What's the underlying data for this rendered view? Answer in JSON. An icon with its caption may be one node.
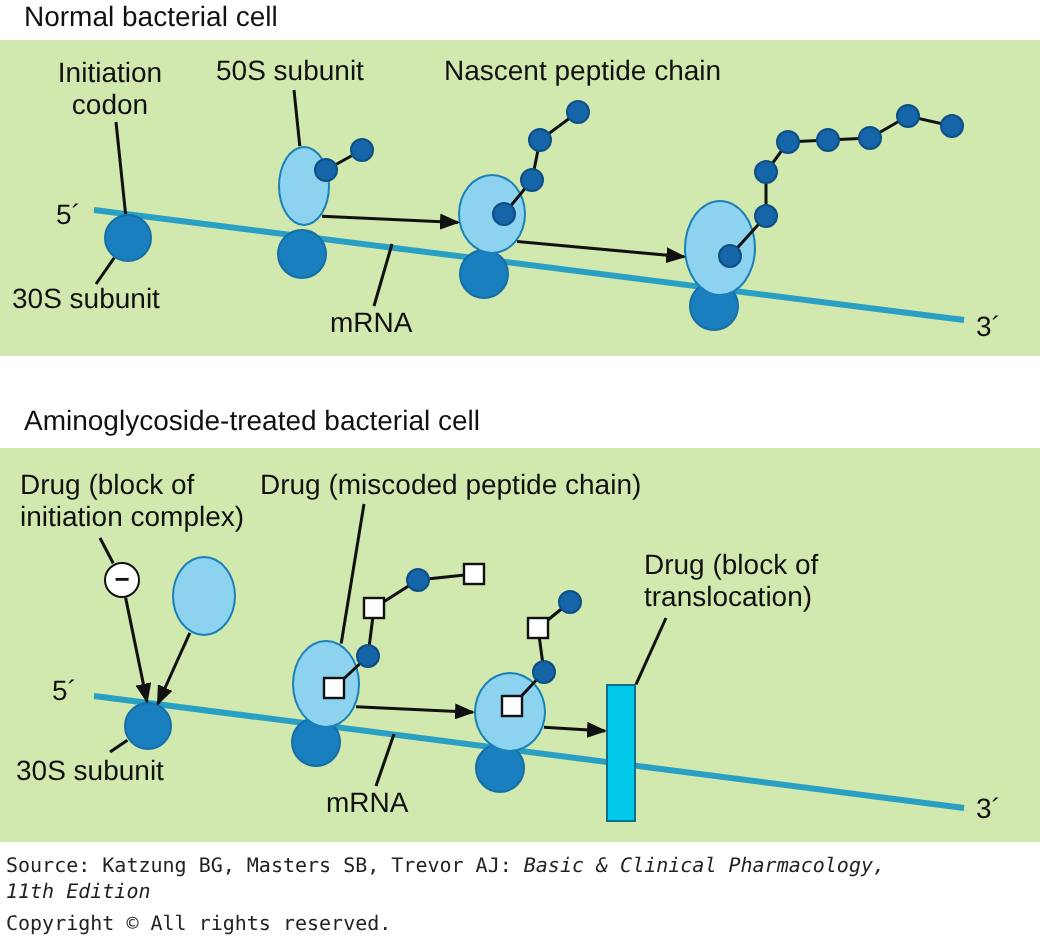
{
  "diagram": {
    "nodes": [
      {
        "text": [
          "Normal bacterial cell"
        ]
      },
      {
        "text": [
          "Initiation codon"
        ],
        "in": 0
      },
      {
        "text": [
          "50S subunit"
        ],
        "in": 0
      },
      {
        "text": [
          "30S subunit"
        ],
        "in": 0
      },
      {
        "text": [
          "mRNA"
        ],
        "in": 0
      },
      {
        "text": [],
        "shape": "circle",
        "in": 0
      },
      {
        "text": [],
        "shape": "ellipse",
        "in": 0
      },
      {
        "text": [],
        "shape": "ellipse",
        "in": 0
      },
      {
        "text": [],
        "shape": "ellipse",
        "in": 0
      },
      {
        "text": [
          "Aminoglycoside-treated bacterial cell"
        ]
      },
      {
        "text": [
          "Drug (block of initiation complex)"
        ],
        "in": 9
      },
      {
        "text": [
          "Drug (miscoded peptide chain)"
        ],
        "in": 9
      },
      {
        "text": [
          "Drug (block of translocation)"
        ],
        "in": 9
      },
      {
        "text": [
          "30S subunit"
        ],
        "in": 9
      },
      {
        "text": [
          "mRNA"
        ],
        "in": 9
      },
      {
        "text": [
          "−"
        ],
        "in": 9
      },
      {
        "text": [],
        "shape": "ellipse",
        "in": 9
      },
      {
        "text": [],
        "shape": "circle",
        "in": 9
      },
      {
        "text": [],
        "shape": "ellipse",
        "in": 9
      },
      {
        "text": [],
        "shape": "ellipse",
        "in": 9
      },
      {
        "text": [],
        "shape": "bar",
        "in": 9
      }
    ],
    "edges": [
      {
        "from": 1,
        "to": 5,
        "arrow": "none"
      },
      {
        "from": 2,
        "to": 6,
        "arrow": "none"
      },
      {
        "from": 3,
        "to": 5,
        "arrow": "none"
      },
      {
        "from": 4,
        "to": null,
        "arrow": "none"
      },
      {
        "from": 6,
        "to": 7,
        "arrow": "to"
      },
      {
        "from": 7,
        "to": 8,
        "arrow": "to"
      },
      {
        "from": 10,
        "to": 15,
        "arrow": "none"
      },
      {
        "from": 15,
        "to": 17,
        "arrow": "to"
      },
      {
        "from": 16,
        "to": 17,
        "arrow": "to"
      },
      {
        "from": 11,
        "to": 18,
        "arrow": "none"
      },
      {
        "from": 12,
        "to": 20,
        "arrow": "none"
      },
      {
        "from": 13,
        "to": 17,
        "arrow": "none"
      },
      {
        "from": 14,
        "to": null,
        "arrow": "none"
      },
      {
        "from": 18,
        "to": 19,
        "arrow": "to"
      },
      {
        "from": 19,
        "to": 20,
        "arrow": "to"
      }
    ],
    "labels": [
      "Nascent peptide chain",
      "5´",
      "3´",
      "5´",
      "3´",
      "Source: Katzung BG, Masters SB, Trevor AJ: *Basic & Clinical Pharmacology, 11th Edition*",
      "Copyright © All rights reserved."
    ]
  }
}
